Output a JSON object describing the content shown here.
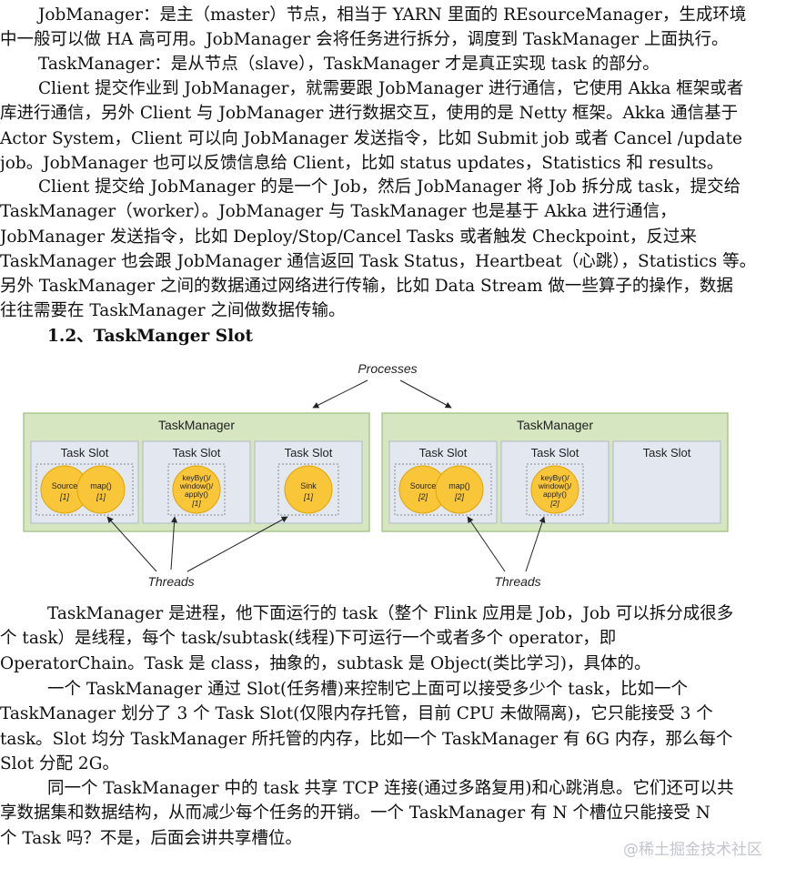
{
  "paragraphs": [
    {
      "lines": [
        "JobManager：是主（master）节点，相当于 YARN 里面的 REsourceManager，生成环境",
        "中一般可以做 HA  高可用。JobManager 会将任务进行拆分，调度到 TaskManager 上面执行。"
      ]
    },
    {
      "lines": [
        "TaskManager：是从节点（slave），TaskManager 才是真正实现 task 的部分。"
      ]
    },
    {
      "lines": [
        "Client 提交作业到 JobManager，就需要跟 JobManager 进行通信，它使用 Akka 框架或者",
        "库进行通信，另外 Client 与 JobManager 进行数据交互，使用的是 Netty 框架。Akka 通信基于",
        "Actor System，Client 可以向 JobManager 发送指令，比如 Submit job 或者 Cancel /update",
        "job。JobManager 也可以反馈信息给 Client，比如 status updates，Statistics 和 results。"
      ]
    },
    {
      "lines": [
        "Client 提交给 JobManager 的是一个 Job，然后 JobManager 将 Job 拆分成 task，提交给",
        "TaskManager（worker）。JobManager 与 TaskManager 也是基于 Akka 进行通信，",
        "JobManager 发送指令，比如 Deploy/Stop/Cancel Tasks 或者触发 Checkpoint，反过来",
        "TaskManager 也会跟 JobManager 通信返回 Task Status，Heartbeat（心跳），Statistics 等。",
        "另外 TaskManager 之间的数据通过网络进行传输，比如 Data Stream 做一些算子的操作，数据",
        "往往需要在 TaskManager 之间做数据传输。"
      ]
    }
  ],
  "heading": "1.2、TaskManger Slot",
  "diagram": {
    "processes_label": "Processes",
    "threads_label": "Threads",
    "task_managers": [
      {
        "title": "TaskManager",
        "slots": [
          {
            "title": "Task Slot",
            "ops": [
              {
                "name": "Source",
                "idx": "[1]"
              },
              {
                "name": "map()",
                "idx": "[1]"
              }
            ]
          },
          {
            "title": "Task Slot",
            "ops": [
              {
                "l1": "keyBy()/",
                "l2": "window()/",
                "l3": "apply()",
                "idx": "[1]"
              }
            ]
          },
          {
            "title": "Task Slot",
            "ops": [
              {
                "name": "Sink",
                "idx": "[1]"
              }
            ]
          }
        ]
      },
      {
        "title": "TaskManager",
        "slots": [
          {
            "title": "Task Slot",
            "ops": [
              {
                "name": "Source",
                "idx": "[2]"
              },
              {
                "name": "map()",
                "idx": "[2]"
              }
            ]
          },
          {
            "title": "Task Slot",
            "ops": [
              {
                "l1": "keyBy()/",
                "l2": "window()/",
                "l3": "apply()",
                "idx": "[2]"
              }
            ]
          },
          {
            "title": "Task Slot",
            "ops": []
          }
        ]
      }
    ],
    "colors": {
      "tm_fill": "#d5e6c0",
      "tm_border": "#9cbf7c",
      "slot_fill": "#e2e7f0",
      "slot_border": "#b0b8c6",
      "op_fill": "#f9c63a",
      "op_border": "#e0a500"
    }
  },
  "paragraphs2": [
    {
      "lines": [
        "TaskManager 是进程，他下面运行的 task（整个 Flink 应用是 Job，Job 可以拆分成很多",
        "个 task）是线程，每个 task/subtask(线程)下可运行一个或者多个 operator，即",
        "OperatorChain。Task 是 class，抽象的，subtask 是 Object(类比学习)，具体的。"
      ]
    },
    {
      "lines": [
        "一个 TaskManager 通过 Slot(任务槽)来控制它上面可以接受多少个 task，比如一个",
        "TaskManager 划分了 3 个 Task Slot(仅限内存托管，目前 CPU 未做隔离)，它只能接受 3 个",
        "task。Slot 均分 TaskManager 所托管的内存，比如一个 TaskManager 有 6G 内存，那么每个",
        "Slot 分配 2G。"
      ]
    },
    {
      "lines": [
        "同一个 TaskManager 中的 task 共享 TCP 连接(通过多路复用)和心跳消息。它们还可以共",
        "享数据集和数据结构，从而减少每个任务的开销。一个 TaskManager 有 N 个槽位只能接受 N",
        "个 Task 吗？不是，后面会讲共享槽位。"
      ]
    }
  ],
  "watermark": "@稀土掘金技术社区"
}
